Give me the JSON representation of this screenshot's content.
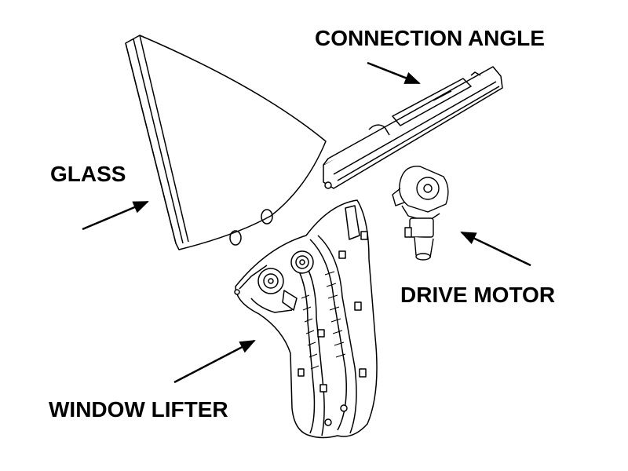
{
  "labels": {
    "connection_angle": "CONNECTION ANGLE",
    "glass": "GLASS",
    "drive_motor": "DRIVE MOTOR",
    "window_lifter": "WINDOW LIFTER"
  },
  "colors": {
    "ink": "#000000",
    "background": "#ffffff",
    "fill_light": "#f4f4f4"
  }
}
